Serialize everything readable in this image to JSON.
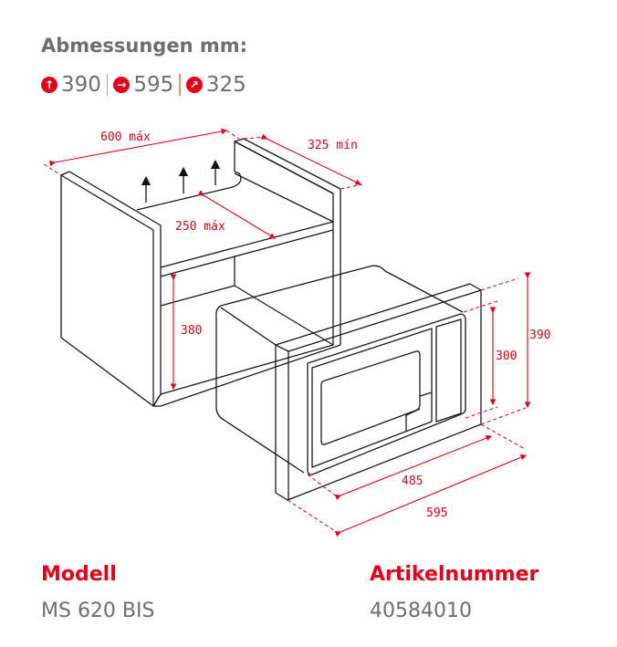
{
  "header": {
    "title": "Abmessungen mm:"
  },
  "dimensions": [
    {
      "icon": "arrow-up-icon",
      "glyph": "↑",
      "value": "390"
    },
    {
      "icon": "arrow-right-icon",
      "glyph": "→",
      "value": "595"
    },
    {
      "icon": "arrow-diagonal-icon",
      "glyph": "↗",
      "value": "325"
    }
  ],
  "diagram": {
    "labels": {
      "width_cabinet": "600 máx",
      "depth_cabinet": "325 mín",
      "shelf_depth": "250 máx",
      "niche_height": "380",
      "height_outer": "390",
      "height_inner": "300",
      "width_inner": "485",
      "width_outer": "595"
    }
  },
  "model": {
    "label": "Modell",
    "value": "MS 620 BIS"
  },
  "article": {
    "label": "Artikelnummer",
    "value": "40584010"
  },
  "colors": {
    "accent": "#e2001a",
    "text": "#6e6e6e"
  }
}
